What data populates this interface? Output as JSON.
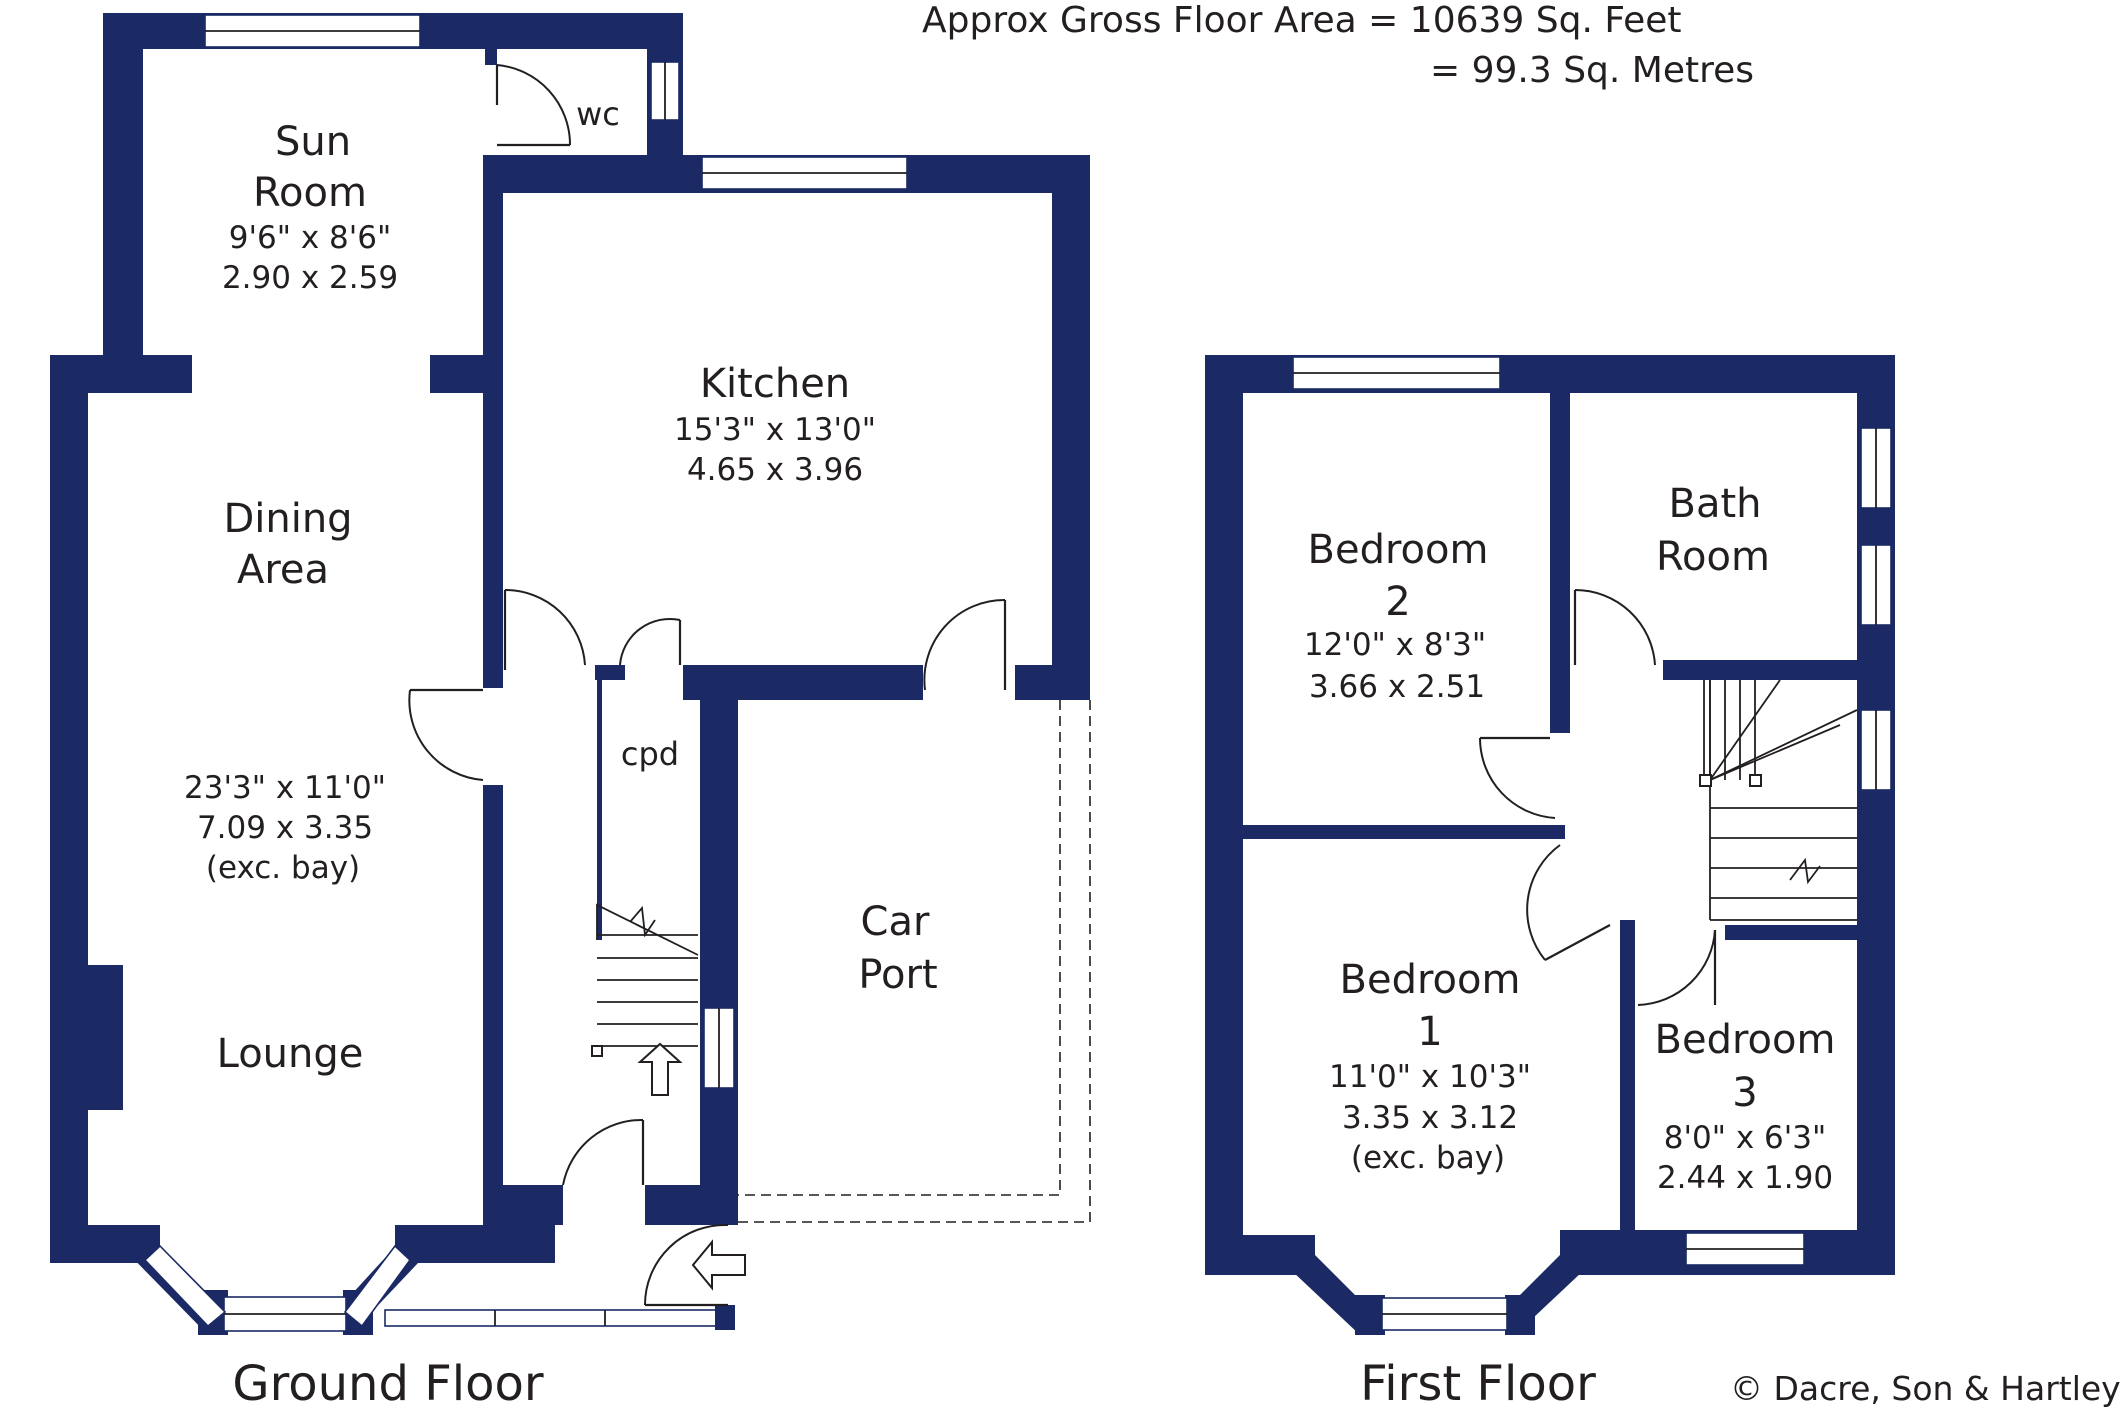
{
  "area": {
    "line1": "Approx Gross Floor Area  =  10639  Sq. Feet",
    "line2": "=  99.3  Sq. Metres"
  },
  "floors": {
    "ground": "Ground Floor",
    "first": "First Floor"
  },
  "credit": "© Dacre, Son & Hartley",
  "rooms": {
    "sun_room": {
      "name1": "Sun",
      "name2": "Room",
      "imperial": "9'6\"  x  8'6\"",
      "metric": "2.90  x  2.59"
    },
    "wc": {
      "name": "wc"
    },
    "kitchen": {
      "name": "Kitchen",
      "imperial": "15'3\"  x  13'0\"",
      "metric": "4.65  x  3.96"
    },
    "dining": {
      "name1": "Dining",
      "name2": "Area"
    },
    "lounge": {
      "name": "Lounge",
      "imperial": "23'3\"  x  11'0\"",
      "metric": "7.09  x  3.35",
      "note": "(exc. bay)"
    },
    "cpd": {
      "name": "cpd"
    },
    "car_port": {
      "name1": "Car",
      "name2": "Port"
    },
    "bedroom2": {
      "name1": "Bedroom",
      "name2": "2",
      "imperial": "12'0\"  x  8'3\"",
      "metric": "3.66  x  2.51"
    },
    "bath_room": {
      "name1": "Bath",
      "name2": "Room"
    },
    "bedroom1": {
      "name1": "Bedroom",
      "name2": "1",
      "imperial": "11'0\"  x  10'3\"",
      "metric": "3.35  x  3.12",
      "note": "(exc. bay)"
    },
    "bedroom3": {
      "name1": "Bedroom",
      "name2": "3",
      "imperial": "8'0\"  x  6'3\"",
      "metric": "2.44  x  1.90"
    }
  },
  "colors": {
    "wall": "#1b2a64",
    "text": "#231f20",
    "background": "#ffffff"
  }
}
